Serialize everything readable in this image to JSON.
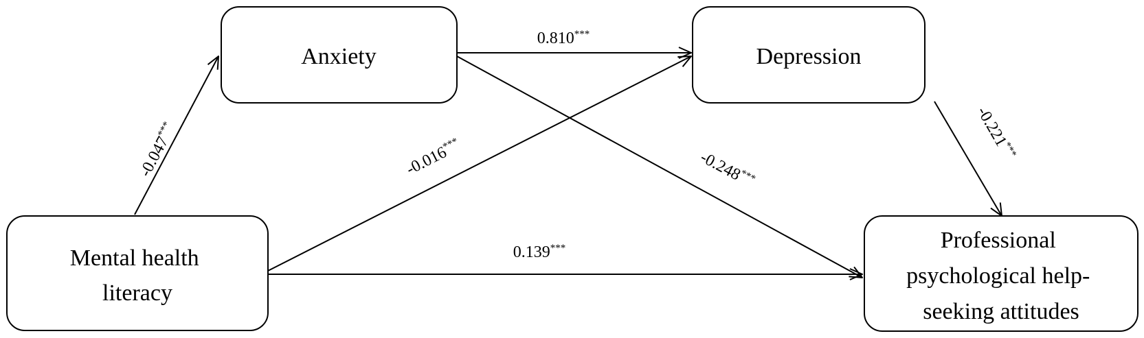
{
  "nodes": {
    "anxiety": {
      "lines": [
        "Anxiety"
      ]
    },
    "depression": {
      "lines": [
        "Depression"
      ]
    },
    "literacy": {
      "lines": [
        "Mental health",
        "literacy"
      ]
    },
    "attitudes": {
      "lines": [
        "Professional",
        "psychological help-",
        "seeking attitudes"
      ]
    }
  },
  "edges": {
    "literacy_anxiety": {
      "coef": "-0.047",
      "sig": "***"
    },
    "anxiety_depression": {
      "coef": "0.810",
      "sig": "***"
    },
    "literacy_depression": {
      "coef": "-0.016",
      "sig": "***"
    },
    "anxiety_attitudes": {
      "coef": "-0.248",
      "sig": "***"
    },
    "depression_attitudes": {
      "coef": "-0.221",
      "sig": "***"
    },
    "literacy_attitudes": {
      "coef": "0.139",
      "sig": "***"
    }
  }
}
